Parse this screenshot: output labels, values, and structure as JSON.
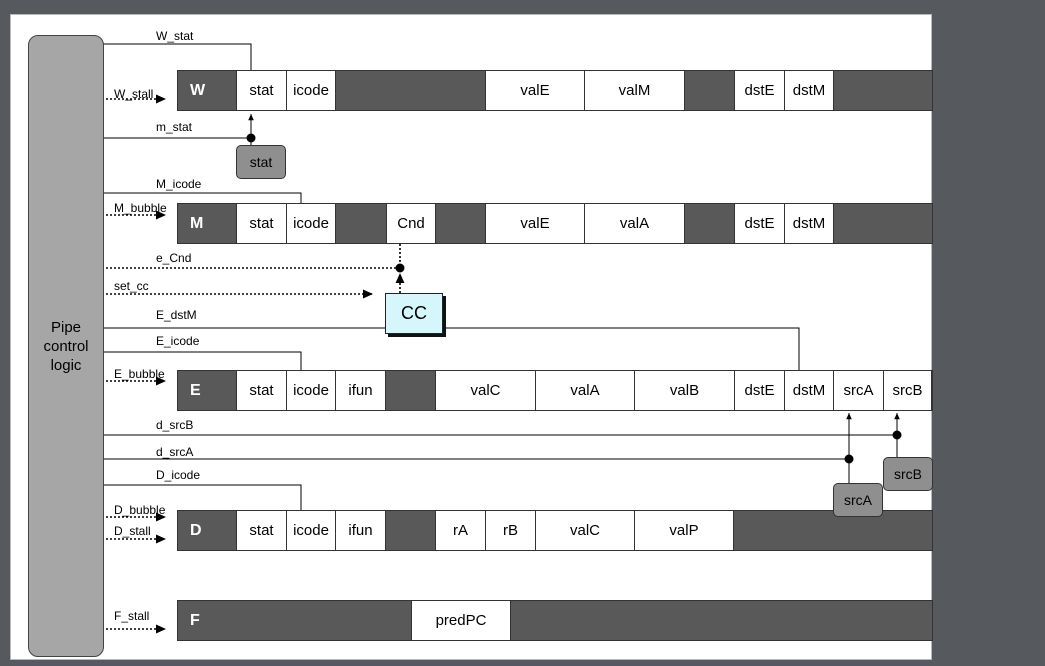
{
  "control_logic": {
    "label": "Pipe\ncontrol\nlogic"
  },
  "stages": {
    "W": {
      "name": "W",
      "fields": [
        "stat",
        "icode",
        "",
        "valE",
        "valM",
        "",
        "dstE",
        "dstM"
      ]
    },
    "M": {
      "name": "M",
      "fields": [
        "stat",
        "icode",
        "Cnd",
        "valE",
        "valA",
        "dstE",
        "dstM"
      ]
    },
    "E": {
      "name": "E",
      "fields": [
        "stat",
        "icode",
        "ifun",
        "valC",
        "valA",
        "valB",
        "dstE",
        "dstM",
        "srcA",
        "srcB"
      ]
    },
    "D": {
      "name": "D",
      "fields": [
        "stat",
        "icode",
        "ifun",
        "rA",
        "rB",
        "valC",
        "valP"
      ]
    },
    "F": {
      "name": "F",
      "fields": [
        "predPC"
      ]
    }
  },
  "signals": {
    "w_stat": "W_stat",
    "w_stall": "W_stall",
    "m_stat": "m_stat",
    "m_icode": "M_icode",
    "m_bubble": "M_bubble",
    "e_cnd": "e_Cnd",
    "set_cc": "set_cc",
    "e_dstm": "E_dstM",
    "e_icode": "E_icode",
    "e_bubble": "E_bubble",
    "d_srcb": "d_srcB",
    "d_srca": "d_srcA",
    "d_icode": "D_icode",
    "d_bubble": "D_bubble",
    "d_stall": "D_stall",
    "f_stall": "F_stall"
  },
  "boxes": {
    "stat": "stat",
    "cc": "CC",
    "srca": "srcA",
    "srcb": "srcB"
  }
}
